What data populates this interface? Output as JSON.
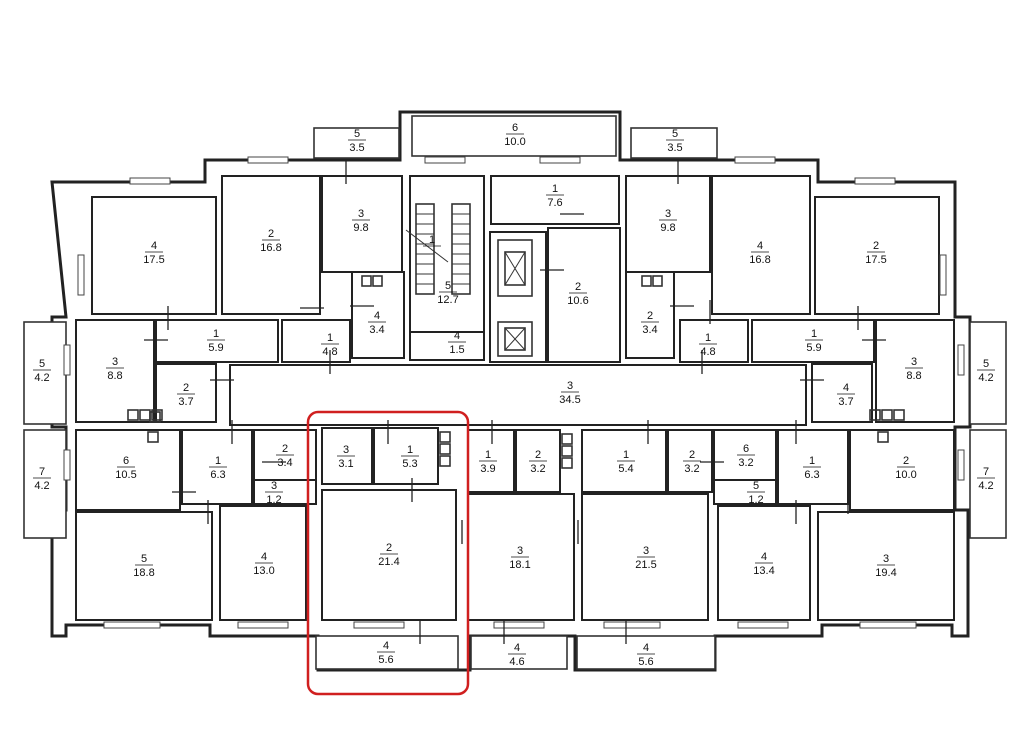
{
  "rooms": [
    {
      "id": "r01",
      "num": "5",
      "area": "3.5"
    },
    {
      "id": "r02",
      "num": "6",
      "area": "10.0"
    },
    {
      "id": "r03",
      "num": "5",
      "area": "3.5"
    },
    {
      "id": "r04",
      "num": "4",
      "area": "17.5"
    },
    {
      "id": "r05",
      "num": "2",
      "area": "16.8"
    },
    {
      "id": "r06",
      "num": "3",
      "area": "9.8"
    },
    {
      "id": "r07",
      "num": "1",
      "area": "7.6"
    },
    {
      "id": "r08",
      "num": "3",
      "area": "9.8"
    },
    {
      "id": "r09",
      "num": "4",
      "area": "16.8"
    },
    {
      "id": "r10",
      "num": "2",
      "area": "17.5"
    },
    {
      "id": "r11",
      "num": "1",
      "area": ""
    },
    {
      "id": "r12",
      "num": "5",
      "area": "12.7"
    },
    {
      "id": "r13",
      "num": "2",
      "area": "10.6"
    },
    {
      "id": "r14",
      "num": "4",
      "area": "3.4"
    },
    {
      "id": "r15",
      "num": "2",
      "area": "3.4"
    },
    {
      "id": "r16",
      "num": "1",
      "area": "5.9"
    },
    {
      "id": "r17",
      "num": "1",
      "area": "4.8"
    },
    {
      "id": "r18",
      "num": "4",
      "area": "1.5"
    },
    {
      "id": "r19",
      "num": "1",
      "area": "4.8"
    },
    {
      "id": "r20",
      "num": "1",
      "area": "5.9"
    },
    {
      "id": "r21",
      "num": "5",
      "area": "4.2"
    },
    {
      "id": "r22",
      "num": "3",
      "area": "8.8"
    },
    {
      "id": "r23",
      "num": "2",
      "area": "3.7"
    },
    {
      "id": "r24",
      "num": "3",
      "area": "34.5"
    },
    {
      "id": "r25",
      "num": "4",
      "area": "3.7"
    },
    {
      "id": "r26",
      "num": "3",
      "area": "8.8"
    },
    {
      "id": "r27",
      "num": "5",
      "area": "4.2"
    },
    {
      "id": "r28",
      "num": "7",
      "area": "4.2"
    },
    {
      "id": "r29",
      "num": "6",
      "area": "10.5"
    },
    {
      "id": "r30",
      "num": "1",
      "area": "6.3"
    },
    {
      "id": "r31",
      "num": "2",
      "area": "3.4"
    },
    {
      "id": "r32",
      "num": "3",
      "area": "1.2"
    },
    {
      "id": "r33",
      "num": "3",
      "area": "3.1"
    },
    {
      "id": "r34",
      "num": "1",
      "area": "5.3"
    },
    {
      "id": "r35",
      "num": "1",
      "area": "3.9"
    },
    {
      "id": "r36",
      "num": "2",
      "area": "3.2"
    },
    {
      "id": "r37",
      "num": "1",
      "area": "5.4"
    },
    {
      "id": "r38",
      "num": "2",
      "area": "3.2"
    },
    {
      "id": "r39",
      "num": "6",
      "area": "3.2"
    },
    {
      "id": "r40",
      "num": "5",
      "area": "1.2"
    },
    {
      "id": "r41",
      "num": "1",
      "area": "6.3"
    },
    {
      "id": "r42",
      "num": "2",
      "area": "10.0"
    },
    {
      "id": "r43",
      "num": "7",
      "area": "4.2"
    },
    {
      "id": "r44",
      "num": "5",
      "area": "18.8"
    },
    {
      "id": "r45",
      "num": "4",
      "area": "13.0"
    },
    {
      "id": "r46",
      "num": "2",
      "area": "21.4"
    },
    {
      "id": "r47",
      "num": "3",
      "area": "18.1"
    },
    {
      "id": "r48",
      "num": "3",
      "area": "21.5"
    },
    {
      "id": "r49",
      "num": "4",
      "area": "13.4"
    },
    {
      "id": "r50",
      "num": "3",
      "area": "19.4"
    },
    {
      "id": "r51",
      "num": "4",
      "area": "5.6"
    },
    {
      "id": "r52",
      "num": "4",
      "area": "4.6"
    },
    {
      "id": "r53",
      "num": "4",
      "area": "5.6"
    }
  ],
  "colors": {
    "wall": "#222222",
    "highlight": "#d01f1f",
    "background": "#ffffff"
  }
}
